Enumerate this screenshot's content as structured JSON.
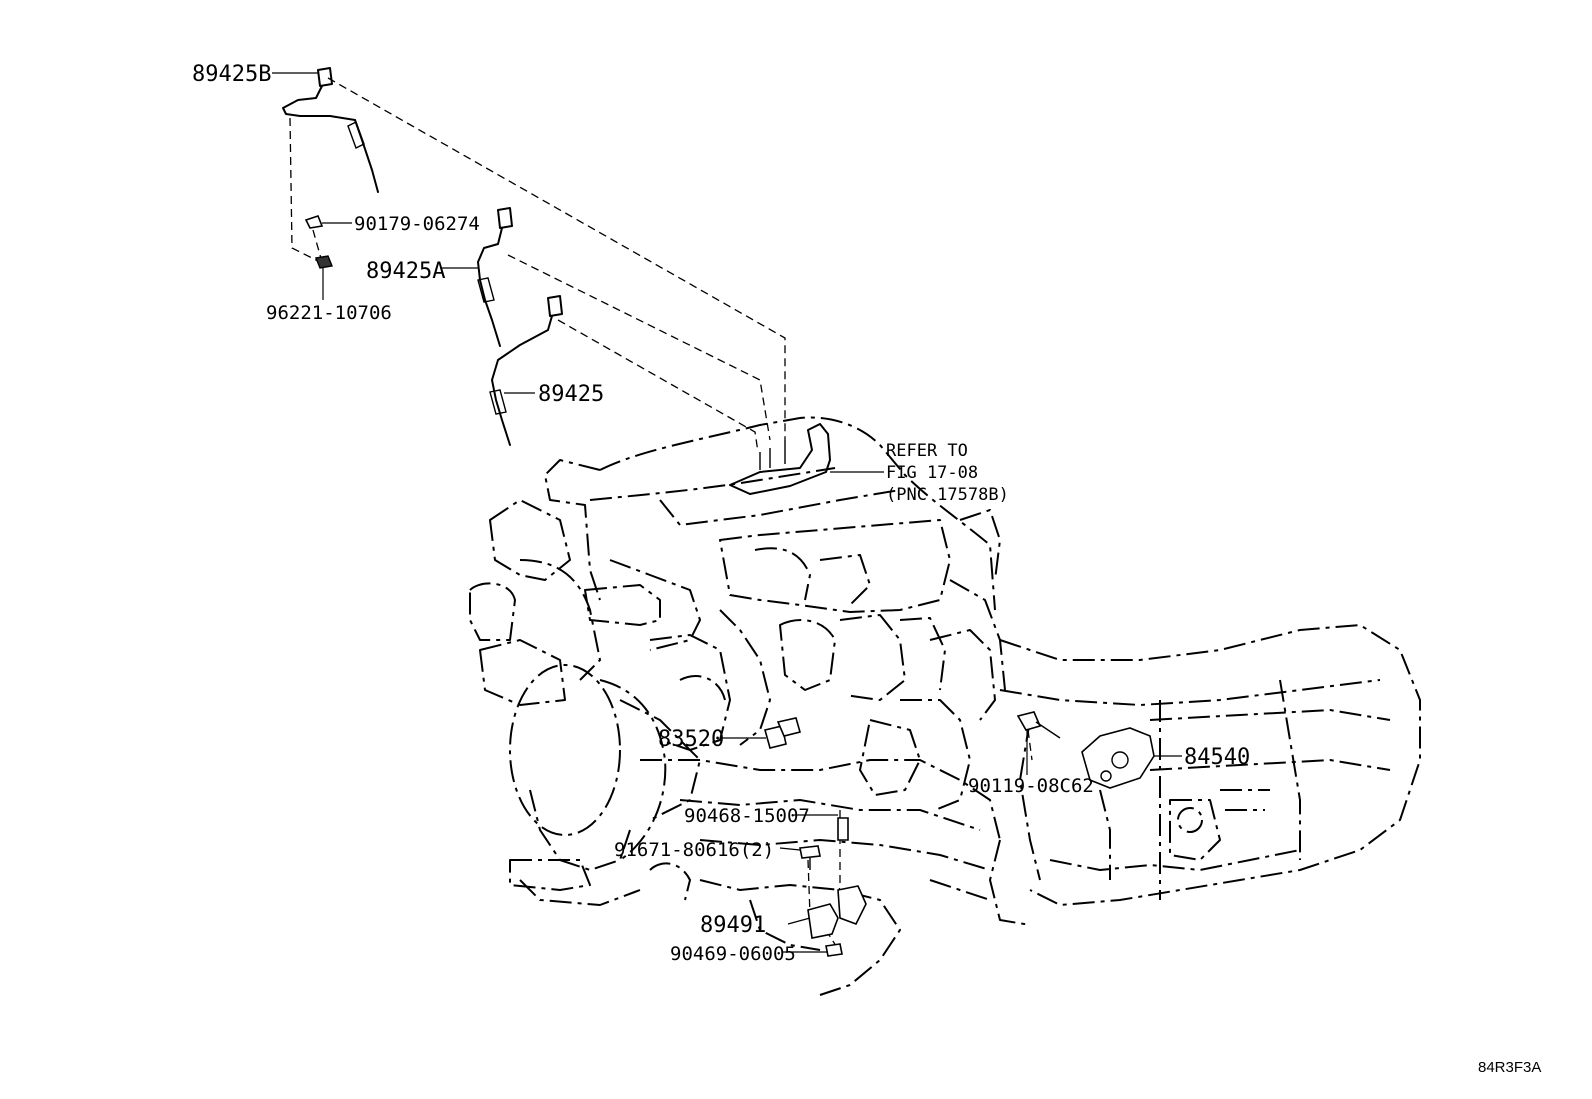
{
  "diagram": {
    "figure_code": "84R3F3A",
    "reference": {
      "line1": "REFER TO",
      "line2": "FIG 17-08",
      "line3": "(PNC 17578B)"
    },
    "parts": [
      {
        "id": "p89425b",
        "label": "89425B"
      },
      {
        "id": "p90179",
        "label": "90179-06274"
      },
      {
        "id": "p96221",
        "label": "96221-10706"
      },
      {
        "id": "p89425a",
        "label": "89425A"
      },
      {
        "id": "p89425",
        "label": "89425"
      },
      {
        "id": "p83520",
        "label": "83520"
      },
      {
        "id": "p84540",
        "label": "84540"
      },
      {
        "id": "p90119",
        "label": "90119-08C62"
      },
      {
        "id": "p90468",
        "label": "90468-15007"
      },
      {
        "id": "p91671",
        "label": "91671-80616(2)"
      },
      {
        "id": "p89491",
        "label": "89491"
      },
      {
        "id": "p90469",
        "label": "90469-06005"
      }
    ]
  }
}
